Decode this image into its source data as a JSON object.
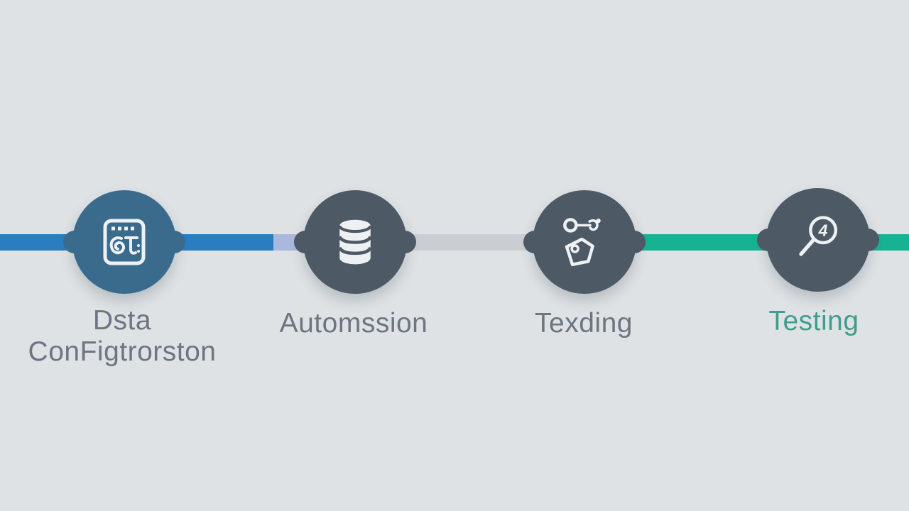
{
  "colors": {
    "background": "#dee2e5",
    "node-1-fill": "#3a6b8d",
    "node-fill": "#4d5964",
    "icon-color": "#eef1f3",
    "line-blue": "#2a7dc0",
    "line-lavender": "#a9b8dc",
    "line-gray": "#caced3",
    "line-teal": "#17b292",
    "label-gray": "#6d7580",
    "label-teal": "#3f9e8b"
  },
  "connectors": [
    {
      "name": "segment-1",
      "color": "#2a7dc0"
    },
    {
      "name": "segment-2",
      "color": "#a9b8dc"
    },
    {
      "name": "segment-3",
      "color": "#caced3"
    },
    {
      "name": "segment-4",
      "color": "#17b292"
    }
  ],
  "nodes": [
    {
      "icon": "calendar-icon",
      "label_line1": "Dsta",
      "label_line2": "ConFigtrorston"
    },
    {
      "icon": "database-icon",
      "label": "Automssion"
    },
    {
      "icon": "tag-network-icon",
      "label": "Texding"
    },
    {
      "icon": "magnifier-icon",
      "label": "Testing",
      "icon_glyph": "4"
    }
  ]
}
